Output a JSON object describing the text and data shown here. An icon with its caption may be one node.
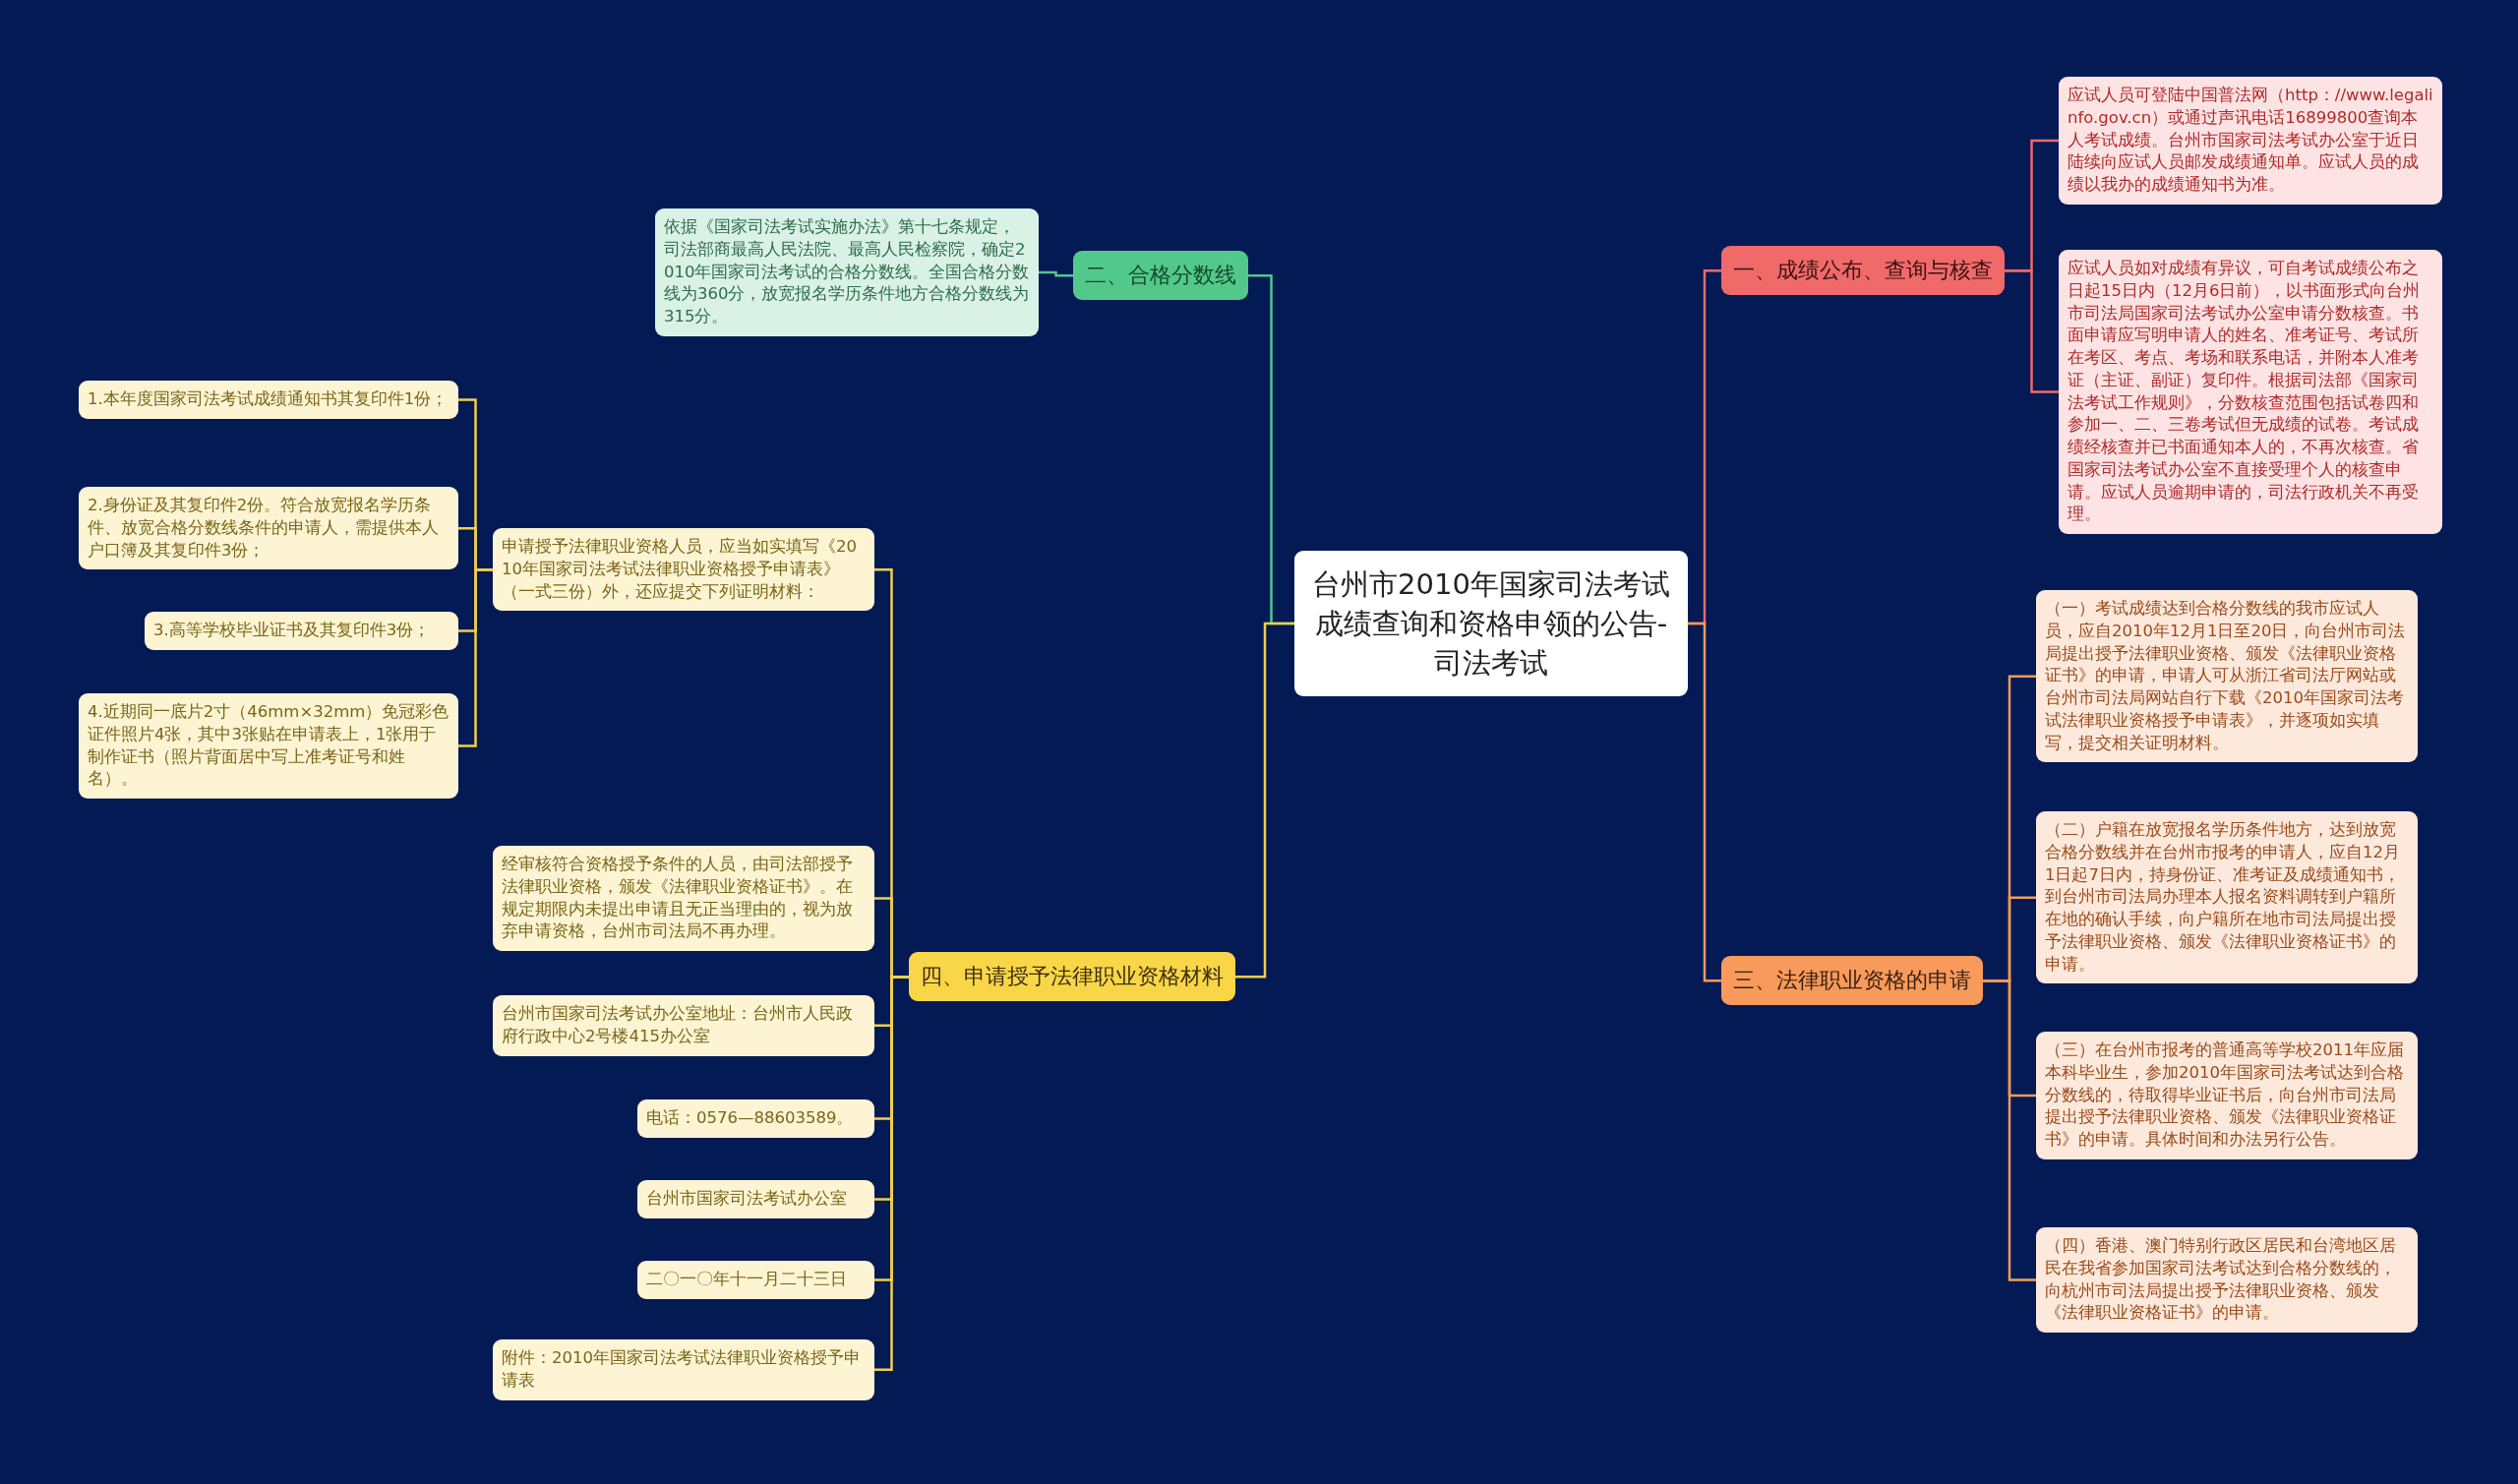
{
  "diagram": {
    "nodes": [
      {
        "text": [
          "台州市2010年国家司法考试成绩查询和资格申领的公告-司法考试"
        ]
      },
      {
        "text": [
          "一、成绩公布、查询与核查"
        ]
      },
      {
        "text": [
          "应试人员可登陆中国普法网（http：//www.legalinfo.gov.cn）或通过声讯电话16899800查询本人考试成绩。台州市国家司法考试办公室于近日陆续向应试人员邮发成绩通知单。应试人员的成绩以我办的成绩通知书为准。"
        ]
      },
      {
        "text": [
          "应试人员如对成绩有异议，可自考试成绩公布之日起15日内（12月6日前），以书面形式向台州市司法局国家司法考试办公室申请分数核查。书面申请应写明申请人的姓名、准考证号、考试所在考区、考点、考场和联系电话，并附本人准考证（主证、副证）复印件。根据司法部《国家司法考试工作规则》，分数核查范围包括试卷四和参加一、二、三卷考试但无成绩的试卷。考试成绩经核查并已书面通知本人的，不再次核查。省国家司法考试办公室不直接受理个人的核查申请。应试人员逾期申请的，司法行政机关不再受理。"
        ]
      },
      {
        "text": [
          "三、法律职业资格的申请"
        ]
      },
      {
        "text": [
          "（一）考试成绩达到合格分数线的我市应试人员，应自2010年12月1日至20日，向台州市司法局提出授予法律职业资格、颁发《法律职业资格证书》的申请，申请人可从浙江省司法厅网站或台州市司法局网站自行下载《2010年国家司法考试法律职业资格授予申请表》，并逐项如实填写，提交相关证明材料。"
        ]
      },
      {
        "text": [
          "（二）户籍在放宽报名学历条件地方，达到放宽合格分数线并在台州市报考的申请人，应自12月1日起7日内，持身份证、准考证及成绩通知书，到台州市司法局办理本人报名资料调转到户籍所在地的确认手续，向户籍所在地市司法局提出授予法律职业资格、颁发《法律职业资格证书》的申请。"
        ]
      },
      {
        "text": [
          "（三）在台州市报考的普通高等学校2011年应届本科毕业生，参加2010年国家司法考试达到合格分数线的，待取得毕业证书后，向台州市司法局提出授予法律职业资格、颁发《法律职业资格证书》的申请。具体时间和办法另行公告。"
        ]
      },
      {
        "text": [
          "（四）香港、澳门特别行政区居民和台湾地区居民在我省参加国家司法考试达到合格分数线的，向杭州市司法局提出授予法律职业资格、颁发《法律职业资格证书》的申请。"
        ]
      },
      {
        "text": [
          "二、合格分数线"
        ]
      },
      {
        "text": [
          "依据《国家司法考试实施办法》第十七条规定，司法部商最高人民法院、最高人民检察院，确定2010年国家司法考试的合格分数线。全国合格分数线为360分，放宽报名学历条件地方合格分数线为315分。"
        ]
      },
      {
        "text": [
          "四、申请授予法律职业资格材料"
        ]
      },
      {
        "text": [
          "申请授予法律职业资格人员，应当如实填写《2010年国家司法考试法律职业资格授予申请表》（一式三份）外，还应提交下列证明材料："
        ]
      },
      {
        "text": [
          "1.本年度国家司法考试成绩通知书其复印件1份；"
        ]
      },
      {
        "text": [
          "2.身份证及其复印件2份。符合放宽报名学历条件、放宽合格分数线条件的申请人，需提供本人户口簿及其复印件3份；"
        ]
      },
      {
        "text": [
          "3.高等学校毕业证书及其复印件3份；"
        ]
      },
      {
        "text": [
          "4.近期同一底片2寸（46mm×32mm）免冠彩色证件照片4张，其中3张贴在申请表上，1张用于制作证书（照片背面居中写上准考证号和姓名）。"
        ]
      },
      {
        "text": [
          "经审核符合资格授予条件的人员，由司法部授予法律职业资格，颁发《法律职业资格证书》。在规定期限内未提出申请且无正当理由的，视为放弃申请资格，台州市司法局不再办理。"
        ]
      },
      {
        "text": [
          "台州市国家司法考试办公室地址：台州市人民政府行政中心2号楼415办公室"
        ]
      },
      {
        "text": [
          "电话：0576—88603589。"
        ]
      },
      {
        "text": [
          "台州市国家司法考试办公室"
        ]
      },
      {
        "text": [
          "二〇一〇年十一月二十三日"
        ]
      },
      {
        "text": [
          "附件：2010年国家司法考试法律职业资格授予申请表"
        ]
      }
    ],
    "edges": [
      {
        "from": 0,
        "to": 1,
        "arrow": "none",
        "color": "#f06a6a"
      },
      {
        "from": 1,
        "to": 2,
        "arrow": "none",
        "color": "#f06a6a"
      },
      {
        "from": 1,
        "to": 3,
        "arrow": "none",
        "color": "#f06a6a"
      },
      {
        "from": 0,
        "to": 4,
        "arrow": "none",
        "color": "#f49a5a"
      },
      {
        "from": 4,
        "to": 5,
        "arrow": "none",
        "color": "#f49a5a"
      },
      {
        "from": 4,
        "to": 6,
        "arrow": "none",
        "color": "#f49a5a"
      },
      {
        "from": 4,
        "to": 7,
        "arrow": "none",
        "color": "#f49a5a"
      },
      {
        "from": 4,
        "to": 8,
        "arrow": "none",
        "color": "#f49a5a"
      },
      {
        "from": 0,
        "to": 9,
        "arrow": "none",
        "color": "#4fc98c"
      },
      {
        "from": 9,
        "to": 10,
        "arrow": "none",
        "color": "#4fc98c"
      },
      {
        "from": 0,
        "to": 11,
        "arrow": "none"
      },
      {
        "from": 11,
        "to": 12,
        "arrow": "none"
      },
      {
        "from": 12,
        "to": 13,
        "arrow": "none"
      },
      {
        "from": 12,
        "to": 14,
        "arrow": "none"
      },
      {
        "from": 12,
        "to": 15,
        "arrow": "none"
      },
      {
        "from": 12,
        "to": 16,
        "arrow": "none"
      },
      {
        "from": 11,
        "to": 17,
        "arrow": "none"
      },
      {
        "from": 11,
        "to": 18,
        "arrow": "none"
      },
      {
        "from": 11,
        "to": 19,
        "arrow": "none"
      },
      {
        "from": 11,
        "to": 20,
        "arrow": "none"
      },
      {
        "from": 11,
        "to": 21,
        "arrow": "none"
      },
      {
        "from": 11,
        "to": 22,
        "arrow": "none"
      }
    ]
  }
}
